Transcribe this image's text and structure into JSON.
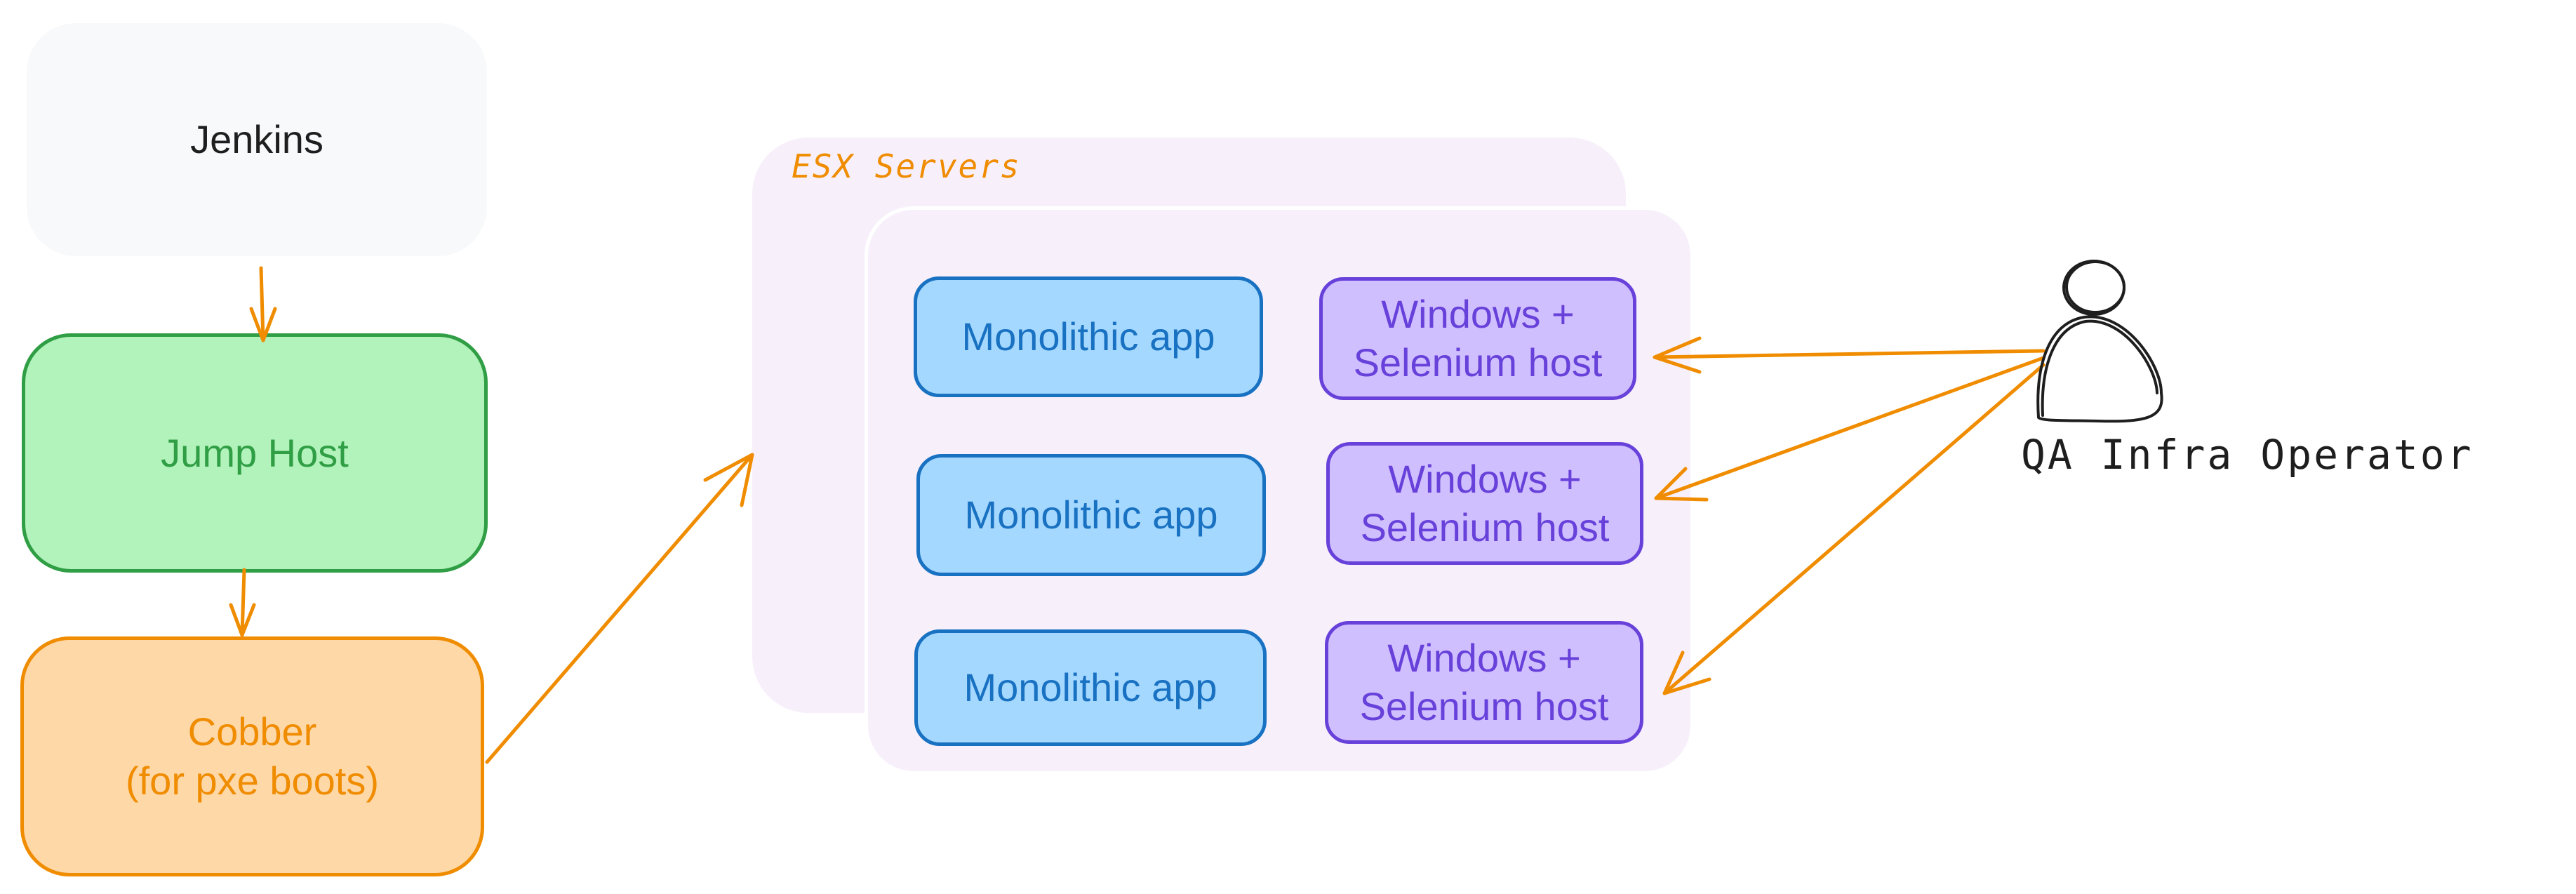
{
  "diagram": {
    "jenkins": {
      "label": "Jenkins"
    },
    "jump_host": {
      "label": "Jump Host"
    },
    "cobber": {
      "label": "Cobber\n(for pxe boots)"
    },
    "esx": {
      "label": "ESX Servers",
      "vms": [
        {
          "app_label": "Monolithic app",
          "host_label": "Windows +\nSelenium host"
        },
        {
          "app_label": "Monolithic app",
          "host_label": "Windows +\nSelenium host"
        },
        {
          "app_label": "Monolithic app",
          "host_label": "Windows +\nSelenium host"
        }
      ]
    },
    "operator": {
      "label": "QA Infra Operator",
      "icon": "person-icon"
    },
    "colors": {
      "arrow": "#f08c00",
      "jump_host_fill": "#b2f2bb",
      "jump_host_stroke": "#2f9e44",
      "cobber_fill": "#ffd8a8",
      "cobber_stroke": "#f08c00",
      "app_fill": "#a5d8ff",
      "app_stroke": "#1971c2",
      "host_fill": "#d0bfff",
      "host_stroke": "#6741d9",
      "esx_fill": "#f7f0fb"
    }
  }
}
